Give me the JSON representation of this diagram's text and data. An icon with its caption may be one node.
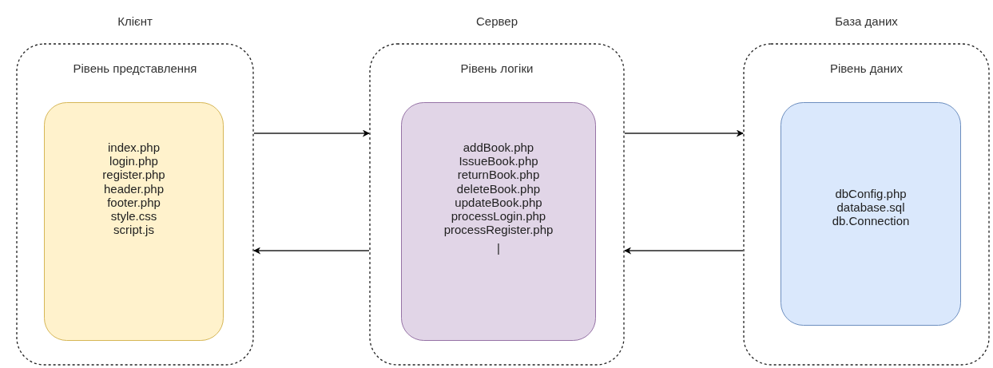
{
  "diagram": {
    "nodes": [
      {
        "text": [
          "Клієнт",
          "Рівень представлення"
        ]
      },
      {
        "text": [
          "index.php",
          "login.php",
          "register.php",
          "header.php",
          "footer.php",
          "style.css",
          "script.js"
        ],
        "in": 0
      },
      {
        "text": [
          "Сервер",
          "Рівень логіки"
        ]
      },
      {
        "text": [
          "addBook.php",
          "IssueBook.php",
          "returnBook.php",
          "deleteBook.php",
          "updateBook.php",
          "processLogin.php",
          "processRegister.php",
          "|"
        ],
        "in": 2
      },
      {
        "text": [
          "База даних",
          "Рівень даних"
        ]
      },
      {
        "text": [
          "dbConfig.php",
          "database.sql",
          "db.Connection"
        ],
        "in": 4
      }
    ],
    "edges": [
      {
        "from": 0,
        "to": 2,
        "arrow": "to"
      },
      {
        "from": 2,
        "to": 0,
        "arrow": "to"
      },
      {
        "from": 2,
        "to": 4,
        "arrow": "to"
      },
      {
        "from": 4,
        "to": 2,
        "arrow": "to"
      }
    ]
  }
}
